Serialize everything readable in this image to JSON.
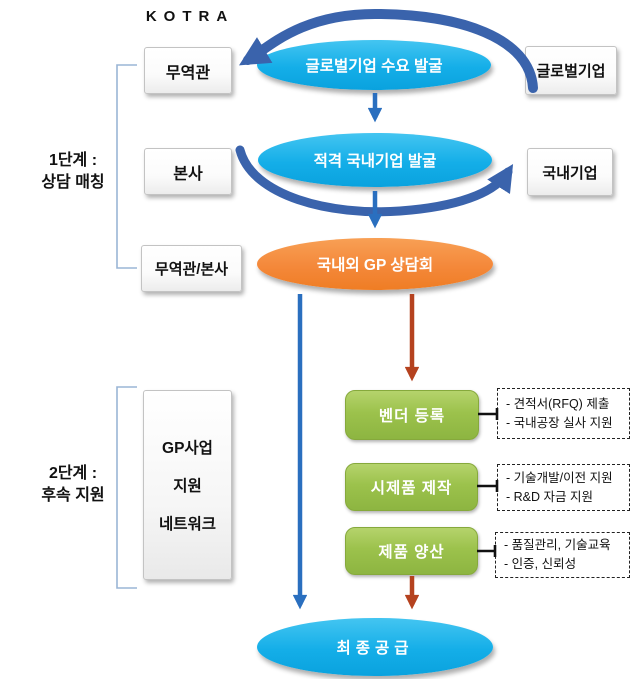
{
  "title": "KOTRA",
  "stage_labels": [
    {
      "line1": "1단계 :",
      "line2": "상담 매칭"
    },
    {
      "line1": "2단계 :",
      "line2": "후속 지원"
    }
  ],
  "kotra_boxes": [
    {
      "label": "무역관"
    },
    {
      "label": "본사"
    },
    {
      "label": "무역관/본사"
    }
  ],
  "partner_boxes": [
    {
      "label": "글로벌기업"
    },
    {
      "label": "국내기업"
    }
  ],
  "process": {
    "discover_global": "글로벌기업 수요 발굴",
    "discover_domestic": "적격 국내기업 발굴",
    "consultation": "국내외 GP 상담회",
    "final_supply": "최종공급"
  },
  "network_box": {
    "line1": "GP사업",
    "line2": "지원",
    "line3": "네트워크"
  },
  "followup_steps": [
    {
      "label": "벤더 등록",
      "note1": "- 견적서(RFQ) 제출",
      "note2": "- 국내공장 실사 지원"
    },
    {
      "label": "시제품 제작",
      "note1": "- 기술개발/이전 지원",
      "note2": "- R&D 자금 지원"
    },
    {
      "label": "제품 양산",
      "note1": "- 품질관리, 기술교육",
      "note2": "- 인증, 신뢰성"
    }
  ],
  "colors": {
    "cyan_ellipse": "#14aee8",
    "orange_ellipse": "#f4883a",
    "green_box": "#9cc24c",
    "swoosh_blue": "#3a63ac",
    "thin_blue_arrow": "#2a6fbf",
    "red_arrow": "#b5421f",
    "bracket_blue": "#9ab5d5"
  }
}
